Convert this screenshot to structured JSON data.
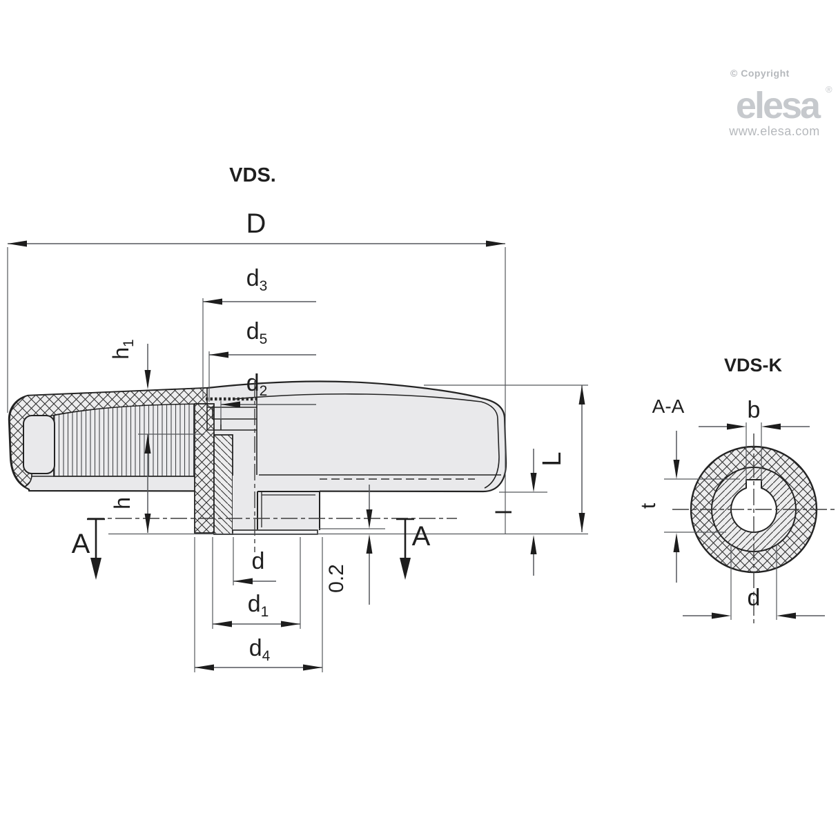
{
  "colors": {
    "background": "#ffffff",
    "outline": "#232323",
    "dimension_lines": "#54575b",
    "body_fill": "#e9e9eb",
    "hatch_background": "#ededee",
    "logo_gray": "#c6c9cd",
    "logo_text_gray": "#b5b8bc",
    "label_text": "#1f1f1f"
  },
  "logo": {
    "copyright": "© Copyright",
    "brand": "elesa",
    "registered": "®",
    "website": "www.elesa.com"
  },
  "main_view": {
    "title": "VDS.",
    "dims": {
      "D": "D",
      "d3_main": "d",
      "d3_sub": "3",
      "d5_main": "d",
      "d5_sub": "5",
      "d2_main": "d",
      "d2_sub": "2",
      "h1_main": "h",
      "h1_sub": "1",
      "h": "h",
      "d": "d",
      "d1_main": "d",
      "d1_sub": "1",
      "d4_main": "d",
      "d4_sub": "4",
      "clearance": "0.2",
      "L": "L",
      "l": "l",
      "section_left": "A",
      "section_right": "A"
    }
  },
  "section_view": {
    "title": "VDS-K",
    "cut_label": "A-A",
    "dims": {
      "b": "b",
      "t": "t",
      "d": "d"
    }
  }
}
